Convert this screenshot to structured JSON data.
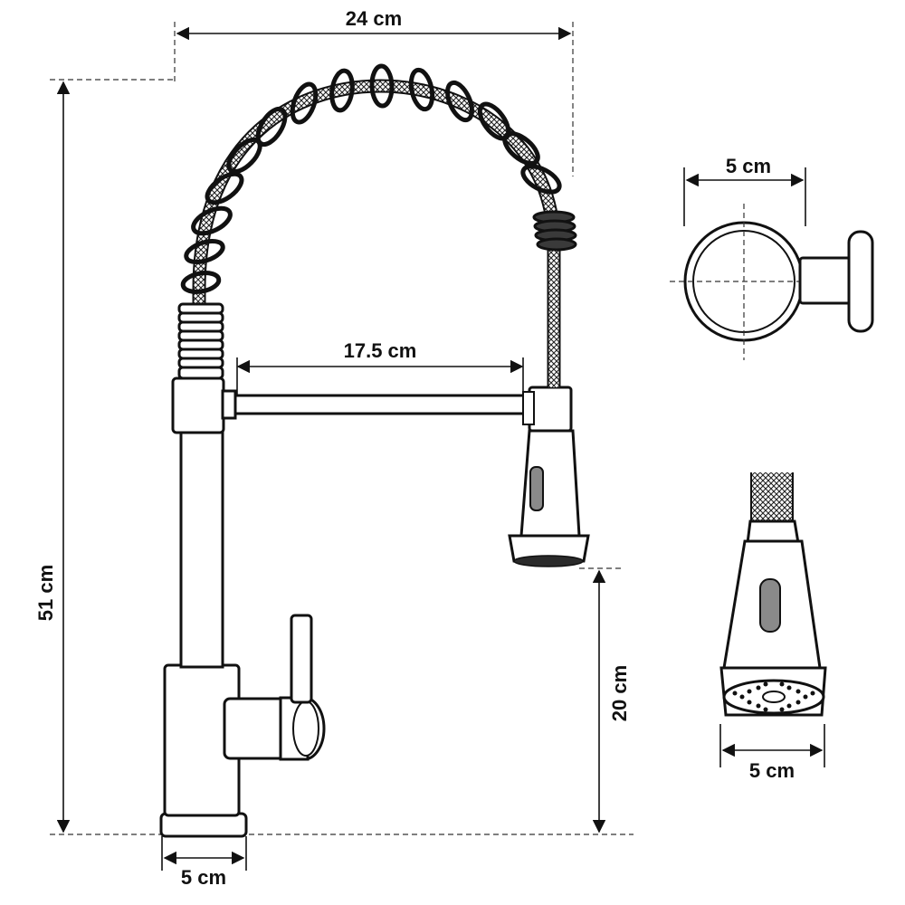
{
  "dimensions": {
    "total_width": "24 cm",
    "total_height": "51 cm",
    "spout_reach": "17.5 cm",
    "spout_clearance": "20 cm",
    "base_diameter": "5 cm",
    "top_view_diameter": "5 cm",
    "spray_head_diameter": "5 cm"
  },
  "colors": {
    "line": "#111111",
    "background": "#ffffff",
    "shade": "#2a2a2a"
  }
}
